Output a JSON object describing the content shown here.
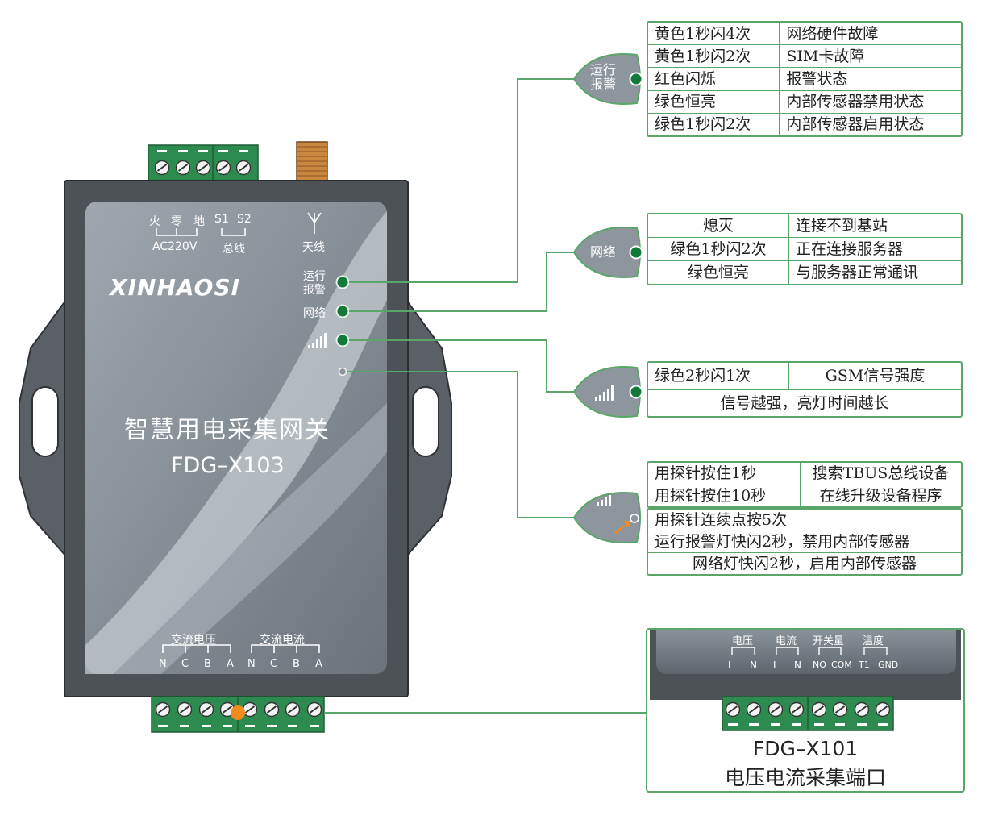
{
  "device": {
    "brand": "XINHAOSI",
    "name": "智慧用电采集网关",
    "model": "FDG–X103",
    "top_labels": {
      "fire": "火",
      "zero": "零",
      "ground": "地",
      "s1": "S1",
      "s2": "S2",
      "ac": "AC220V",
      "bus": "总线",
      "antenna": "天线"
    },
    "leds": {
      "run_alarm_1": "运行",
      "run_alarm_2": "报警",
      "network": "网络"
    },
    "bottom_labels": {
      "ac_voltage": "交流电压",
      "ac_current": "交流电流",
      "v_terms": [
        "N",
        "C",
        "B",
        "A"
      ],
      "i_terms": [
        "N",
        "C",
        "B",
        "A"
      ]
    }
  },
  "tables": {
    "run_alarm": {
      "bubble": [
        "运行",
        "报警"
      ],
      "rows": [
        [
          "黄色1秒闪4次",
          "网络硬件故障"
        ],
        [
          "黄色1秒闪2次",
          "SIM卡故障"
        ],
        [
          "红色闪烁",
          "报警状态"
        ],
        [
          "绿色恒亮",
          "内部传感器禁用状态"
        ],
        [
          "绿色1秒闪2次",
          "内部传感器启用状态"
        ]
      ]
    },
    "network": {
      "bubble": "网络",
      "rows": [
        [
          "熄灭",
          "连接不到基站"
        ],
        [
          "绿色1秒闪2次",
          "正在连接服务器"
        ],
        [
          "绿色恒亮",
          "与服务器正常通讯"
        ]
      ]
    },
    "signal": {
      "rows": [
        [
          "绿色2秒闪1次",
          "GSM信号强度"
        ]
      ],
      "note": "信号越强，亮灯时间越长"
    },
    "button": {
      "rows": [
        [
          "用探针按住1秒",
          "搜索TBUS总线设备"
        ],
        [
          "用探针按住10秒",
          "在线升级设备程序"
        ]
      ],
      "lines": [
        "用探针连续点按5次",
        "运行报警灯快闪2秒，禁用内部传感器",
        "网络灯快闪2秒，启用内部传感器"
      ]
    }
  },
  "sub_device": {
    "labels": {
      "voltage": "电压",
      "current": "电流",
      "switch": "开关量",
      "temp": "温度",
      "l": "L",
      "n1": "N",
      "i": "I",
      "n2": "N",
      "no": "NO",
      "com": "COM",
      "t1": "T1",
      "gnd": "GND"
    },
    "model": "FDG–X101",
    "caption": "电压电流采集端口"
  },
  "colors": {
    "green": "#5aa66a",
    "device_body": "#4d5257",
    "panel": "#8d959d",
    "led": "#117a3a",
    "terminal": "#2e8b4f",
    "orange": "#f28a1c"
  }
}
